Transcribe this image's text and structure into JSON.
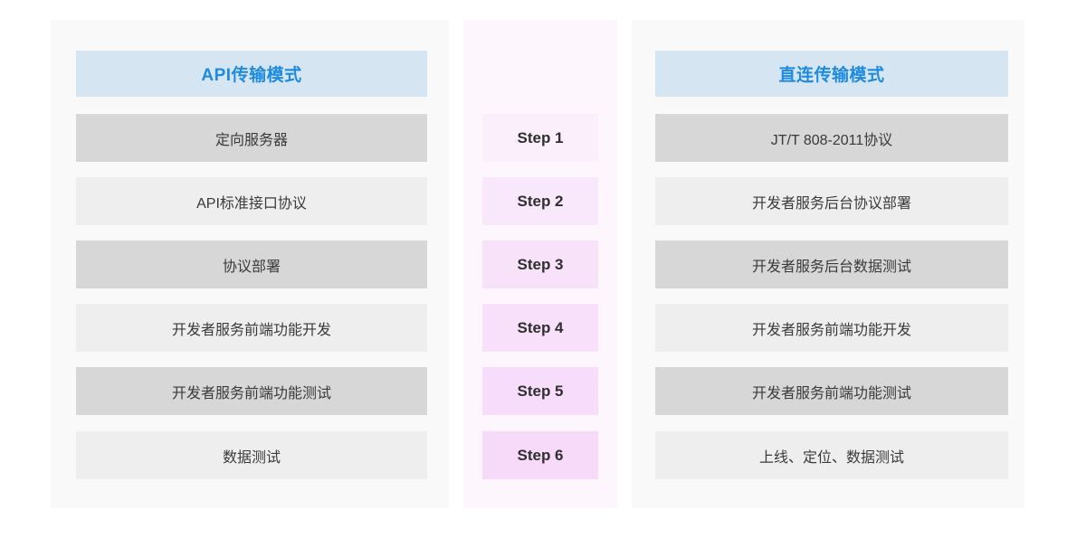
{
  "layout": {
    "background": "#ffffff",
    "panel_bg_gray": "#f9f9f9",
    "panel_bg_pink": "#fdf6fd",
    "header_bg": "#d5e6f2",
    "header_text_color": "#1e8ae0",
    "row_dark": "#d7d7d7",
    "row_light": "#eeeeee",
    "row_text_color": "#3a3a3a",
    "step_text_color": "#2f2f2f"
  },
  "columns": {
    "left": {
      "title": "API传输模式",
      "rows": [
        {
          "label": "定向服务器",
          "tone": "dark"
        },
        {
          "label": "API标准接口协议",
          "tone": "light"
        },
        {
          "label": "协议部署",
          "tone": "dark"
        },
        {
          "label": "开发者服务前端功能开发",
          "tone": "light"
        },
        {
          "label": "开发者服务前端功能测试",
          "tone": "dark"
        },
        {
          "label": "数据测试",
          "tone": "light"
        }
      ]
    },
    "middle": {
      "steps": [
        {
          "label": "Step 1",
          "color": "#fbeffc"
        },
        {
          "label": "Step 2",
          "color": "#f9e7fb"
        },
        {
          "label": "Step 3",
          "color": "#f8e2fa"
        },
        {
          "label": "Step 4",
          "color": "#f8dffa"
        },
        {
          "label": "Step 5",
          "color": "#f8dcfb"
        },
        {
          "label": "Step 6",
          "color": "#f7d9fa"
        }
      ]
    },
    "right": {
      "title": "直连传输模式",
      "rows": [
        {
          "label": "JT/T 808-2011协议",
          "tone": "dark"
        },
        {
          "label": "开发者服务后台协议部署",
          "tone": "light"
        },
        {
          "label": "开发者服务后台数据测试",
          "tone": "dark"
        },
        {
          "label": "开发者服务前端功能开发",
          "tone": "light"
        },
        {
          "label": "开发者服务前端功能测试",
          "tone": "dark"
        },
        {
          "label": "上线、定位、数据测试",
          "tone": "light"
        }
      ]
    }
  },
  "geometry": {
    "row_tops": [
      126,
      196,
      266,
      336,
      406,
      477
    ]
  }
}
